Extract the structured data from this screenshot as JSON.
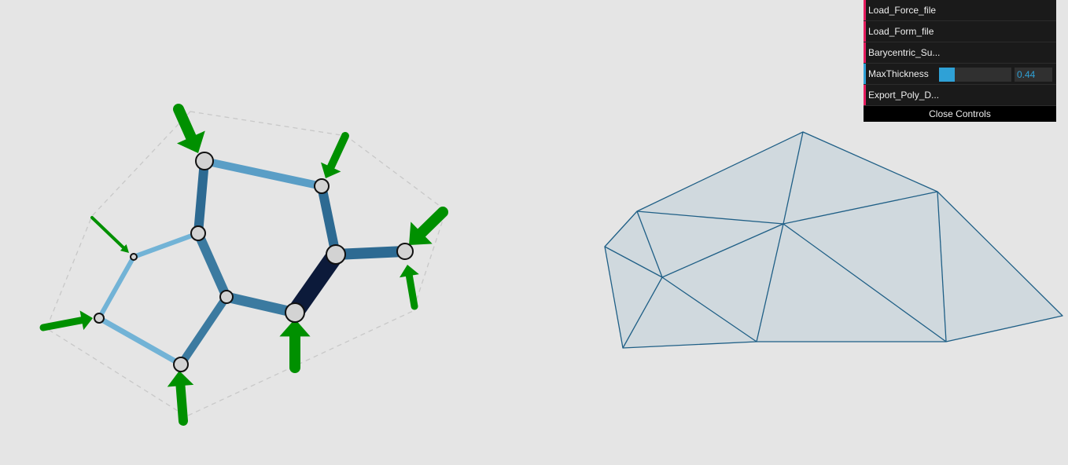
{
  "controls": {
    "load_force": "Load_Force_file",
    "load_form": "Load_Form_file",
    "barycentric": "Barycentric_Su...",
    "max_thickness_label": "MaxThickness",
    "max_thickness_value": "0.44",
    "max_thickness_fraction": 0.22,
    "export": "Export_Poly_D...",
    "close": "Close Controls"
  },
  "colors": {
    "background": "#e5e5e5",
    "force_arrow": "#009000",
    "node": "#d3d3d3",
    "force_polygon_fill": "#d0d9de",
    "force_polygon_stroke": "#1f5f86",
    "member_light": "#72b3d6",
    "member_mid": "#5a9ec6",
    "member_dark": "#2d6a92",
    "member_darkest": "#0c1a3a"
  }
}
